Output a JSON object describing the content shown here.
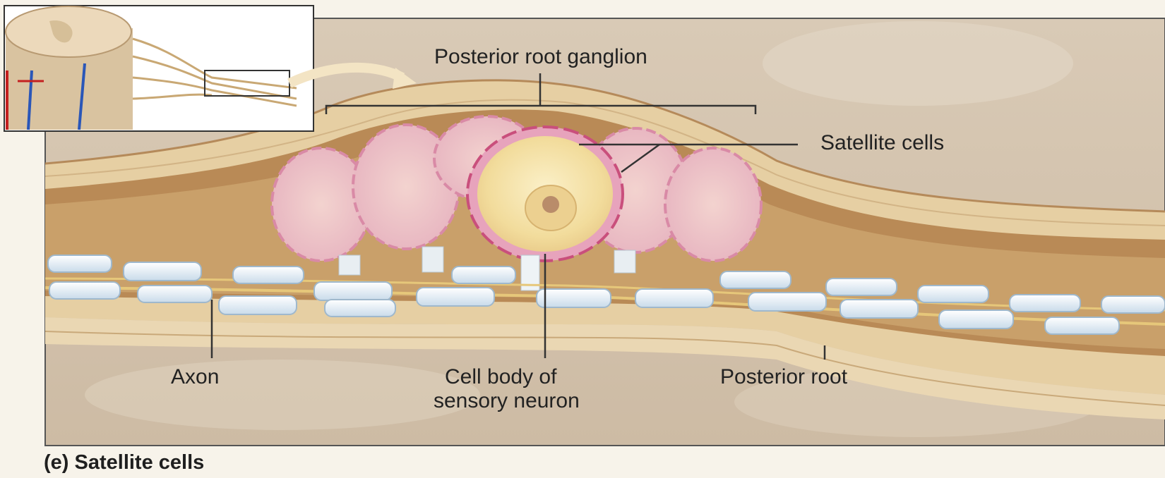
{
  "labels": {
    "ganglion": "Posterior root ganglion",
    "satellite": "Satellite cells",
    "axon": "Axon",
    "cell_body_line1": "Cell body of",
    "cell_body_line2": "sensory neuron",
    "posterior_root": "Posterior root"
  },
  "caption": "(e) Satellite cells",
  "colors": {
    "background": "#f7f3ea",
    "tissue": "#d8c8b2",
    "nerve_sheath": "#e3c99c",
    "nerve_dark": "#8a5a32",
    "satellite_pink": "#e39ab4",
    "neuron_body": "#f4e2a6",
    "schwann_blue": "#dde9f2"
  }
}
